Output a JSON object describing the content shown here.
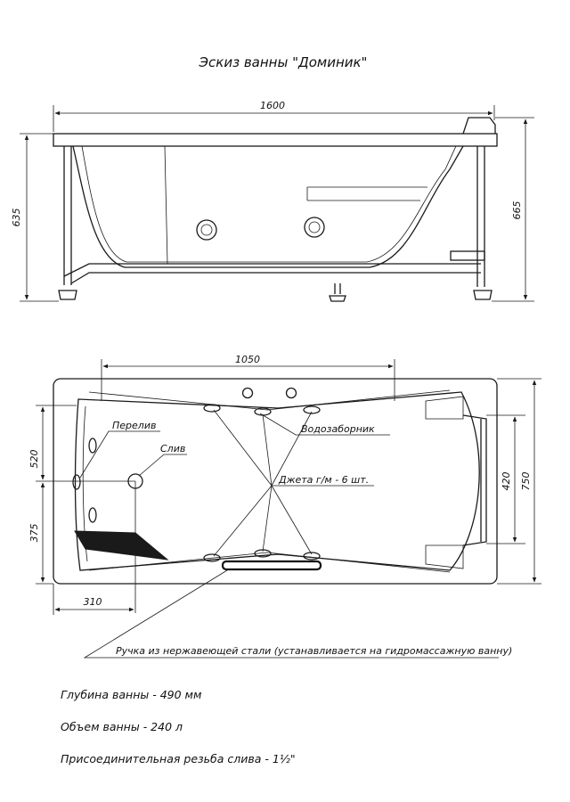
{
  "title": "Эскиз ванны \"Доминик\"",
  "dimensions": {
    "length_side": "1600",
    "height_rim": "635",
    "height_total": "665",
    "jets_span": "1050",
    "width_total": "750",
    "width_inner": "420",
    "overflow_pos": "520",
    "drain_pos_y": "375",
    "drain_pos_x": "310"
  },
  "labels": {
    "overflow": "Перелив",
    "drain": "Слив",
    "intake": "Водозаборник",
    "jets": "Джета г/м - 6 шт.",
    "handle": "Ручка из нержавеющей стали (устанавливается на гидромассажную ванну)"
  },
  "specs": [
    "Глубина ванны - 490 мм",
    "Объем ванны -  240 л",
    "Присоединительная резьба слива - 1½\""
  ],
  "colors": {
    "line": "#1a1a1a",
    "background": "#ffffff"
  }
}
